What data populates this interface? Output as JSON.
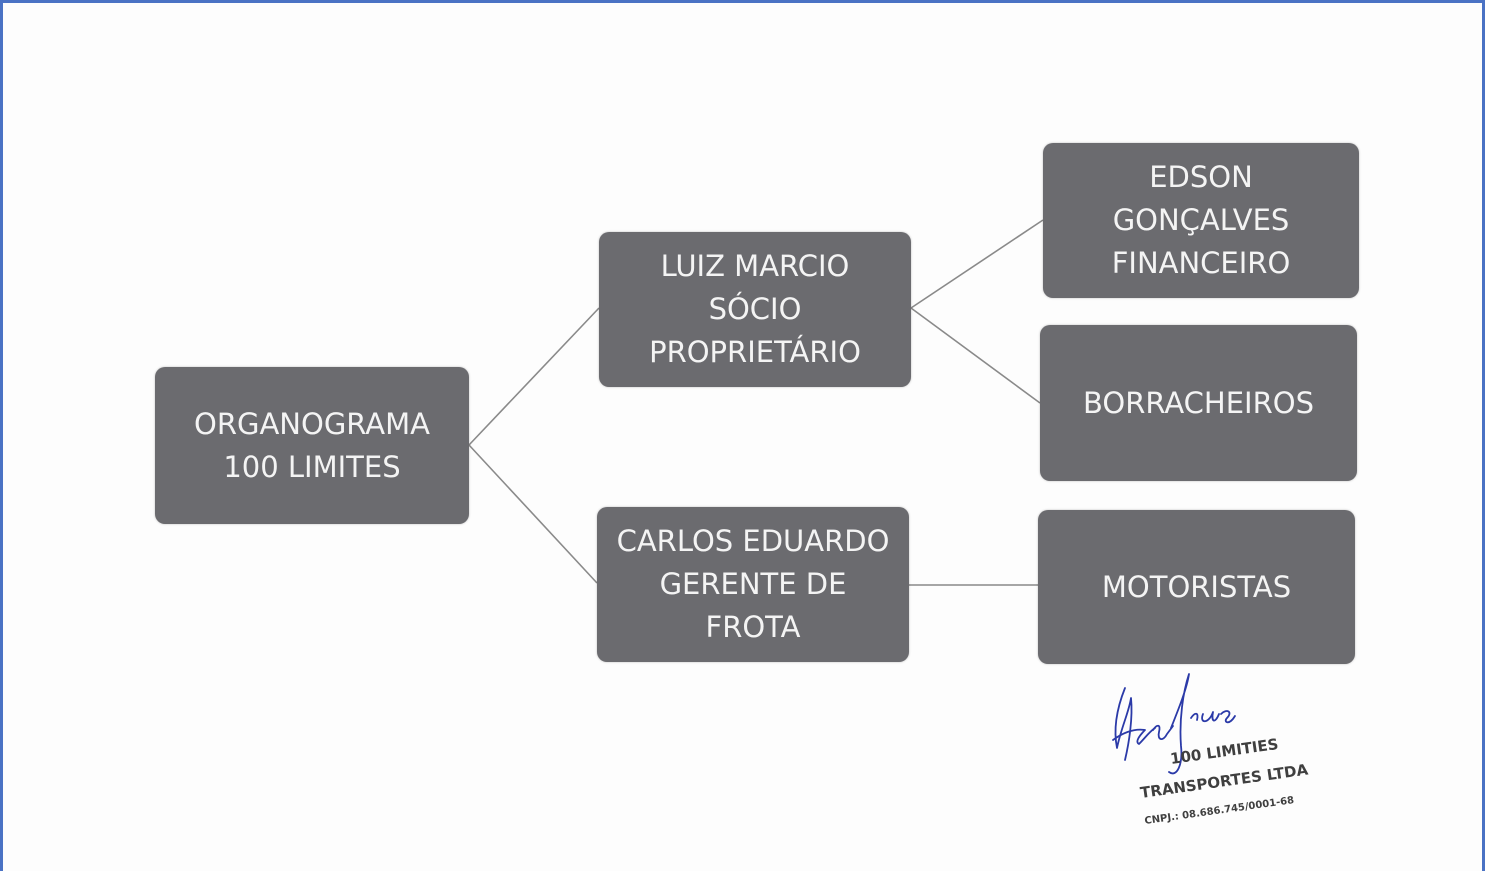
{
  "nodes": {
    "root": "ORGANOGRAMA\n100 LIMITES",
    "luiz": "LUIZ MARCIO\nSÓCIO\nPROPRIETÁRIO",
    "carlos": "CARLOS EDUARDO\nGERENTE DE\nFROTA",
    "edson": "EDSON\nGONÇALVES\nFINANCEIRO",
    "borracheiros": "BORRACHEIROS",
    "motoristas": "MOTORISTAS"
  },
  "stamp": {
    "line1": "100 LIMITIES",
    "line2": "TRANSPORTES LTDA",
    "line3": "CNPJ.: 08.686.745/0001-68"
  },
  "colors": {
    "node_fill": "#6b6b6f",
    "node_text": "#f4f4f4",
    "connector": "#8a8a8a",
    "frame_border": "#4a72c4",
    "signature_ink": "#2b3aa8"
  }
}
